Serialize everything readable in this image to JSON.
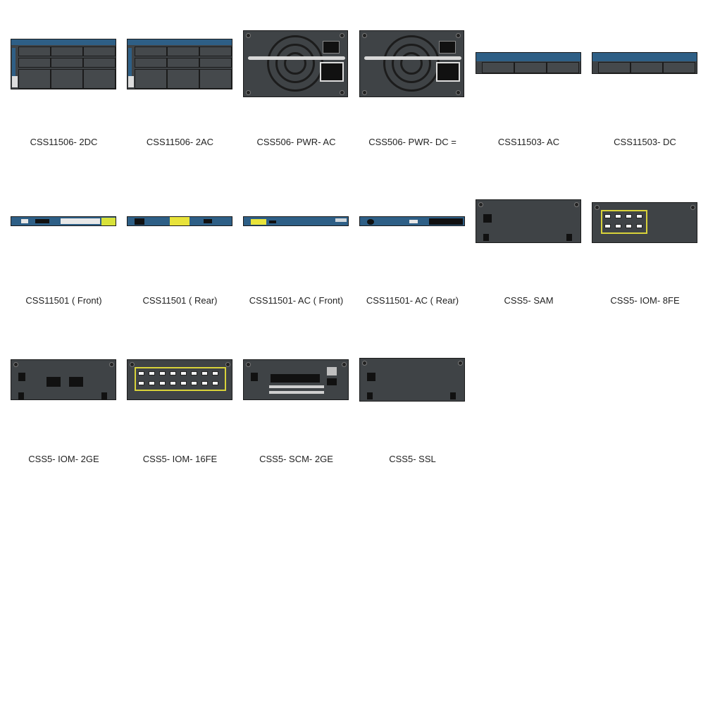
{
  "stencils": [
    {
      "label": "CSS11506- 2DC",
      "kind": "chassis6"
    },
    {
      "label": "CSS11506- 2AC",
      "kind": "chassis6"
    },
    {
      "label": "CSS506- PWR- AC",
      "kind": "psu"
    },
    {
      "label": "CSS506- PWR- DC =",
      "kind": "psu"
    },
    {
      "label": "CSS11503- AC",
      "kind": "chassis3"
    },
    {
      "label": "CSS11503- DC",
      "kind": "chassis3"
    },
    {
      "label": "CSS11501 ( Front)",
      "kind": "thin-front"
    },
    {
      "label": "CSS11501 ( Rear)",
      "kind": "thin-rear"
    },
    {
      "label": "CSS11501- AC ( Front)",
      "kind": "thin-ac-front"
    },
    {
      "label": "CSS11501- AC ( Rear)",
      "kind": "thin-ac-rear"
    },
    {
      "label": "CSS5- SAM",
      "kind": "module-blank"
    },
    {
      "label": "CSS5- IOM- 8FE",
      "kind": "module-8fe"
    },
    {
      "label": "CSS5- IOM- 2GE",
      "kind": "module-2ge"
    },
    {
      "label": "CSS5- IOM- 16FE",
      "kind": "module-16fe"
    },
    {
      "label": "CSS5- SCM- 2GE",
      "kind": "module-scm"
    },
    {
      "label": "CSS5- SSL",
      "kind": "module-blank"
    }
  ]
}
